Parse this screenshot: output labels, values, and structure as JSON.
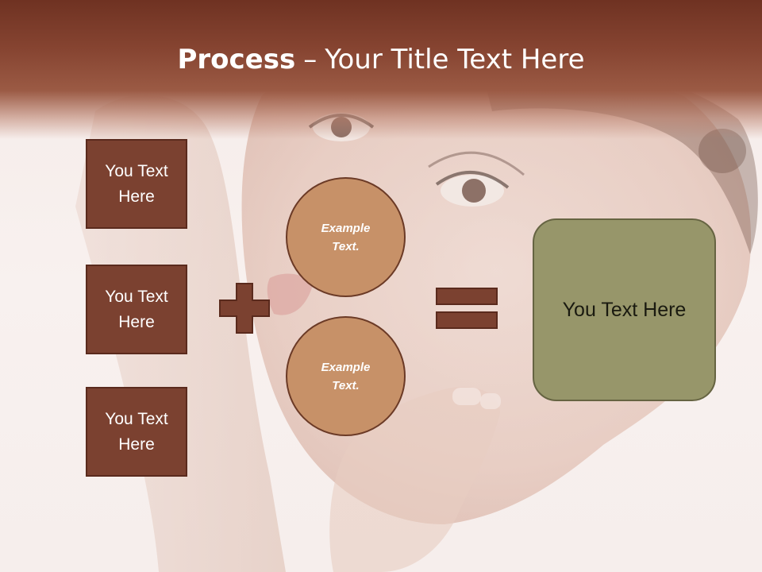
{
  "slide": {
    "title_bold": "Process",
    "title_separator": "–",
    "title_rest": "Your Title Text Here"
  },
  "inputs": [
    {
      "label": "You Text Here"
    },
    {
      "label": "You Text Here"
    },
    {
      "label": "You Text Here"
    }
  ],
  "operators": {
    "plus_icon": "plus-icon",
    "equals_icon": "equals-icon"
  },
  "circles": [
    {
      "label": "Example Text."
    },
    {
      "label": "Example Text."
    }
  ],
  "result": {
    "label": "You Text Here"
  },
  "colors": {
    "title_band": "#7a3a29",
    "box_fill": "#7b4130",
    "circle_fill": "#c79168",
    "result_fill": "#97966a",
    "operator_fill": "#7b4130"
  }
}
